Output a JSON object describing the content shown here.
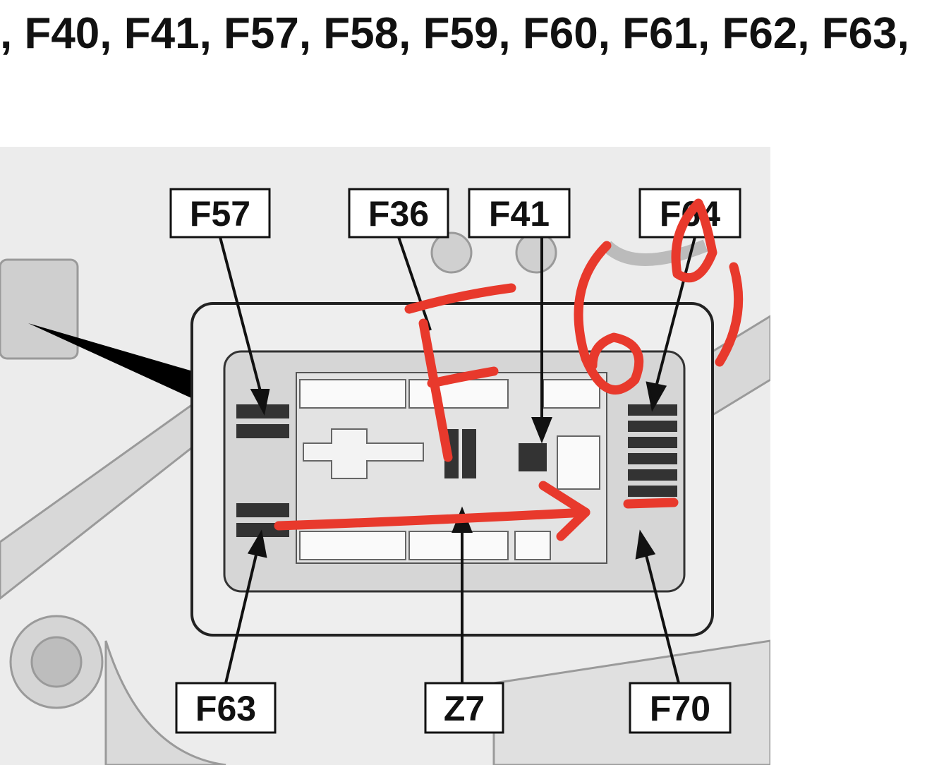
{
  "header": {
    "fuse_list": ", F40, F41, F57, F58, F59, F60, F61, F62, F63,"
  },
  "diagram": {
    "labels": {
      "f57": "F57",
      "f36": "F36",
      "f41": "F41",
      "f64": "F64",
      "f63": "F63",
      "z7": "Z7",
      "f70": "F70"
    },
    "handwritten_annotation": "F60",
    "annotation_color": "#e8392c"
  }
}
